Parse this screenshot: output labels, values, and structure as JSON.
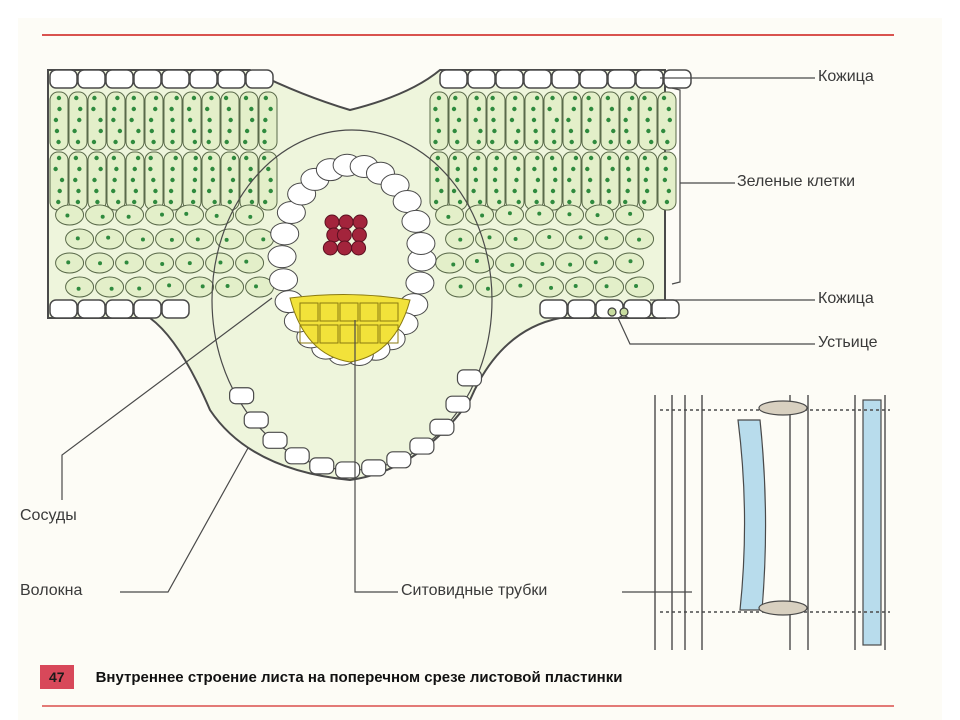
{
  "labels": {
    "epidermis_top": "Кожица",
    "green_cells": "Зеленые клетки",
    "epidermis_bottom": "Кожица",
    "stomata": "Устьице",
    "vessels": "Сосуды",
    "fibers": "Волокна",
    "sieve_tubes": "Ситовидные трубки"
  },
  "caption": {
    "number": "47",
    "text": "Внутреннее строение листа на поперечном срезе листовой пластинки"
  },
  "colors": {
    "cell_fill": "#e3efc9",
    "chloroplast": "#2f8a3e",
    "xylem": "#a3243c",
    "phloem": "#f2e23a",
    "sieve_tube_blue": "#b8dcec",
    "accent_rule": "#d9534f"
  }
}
